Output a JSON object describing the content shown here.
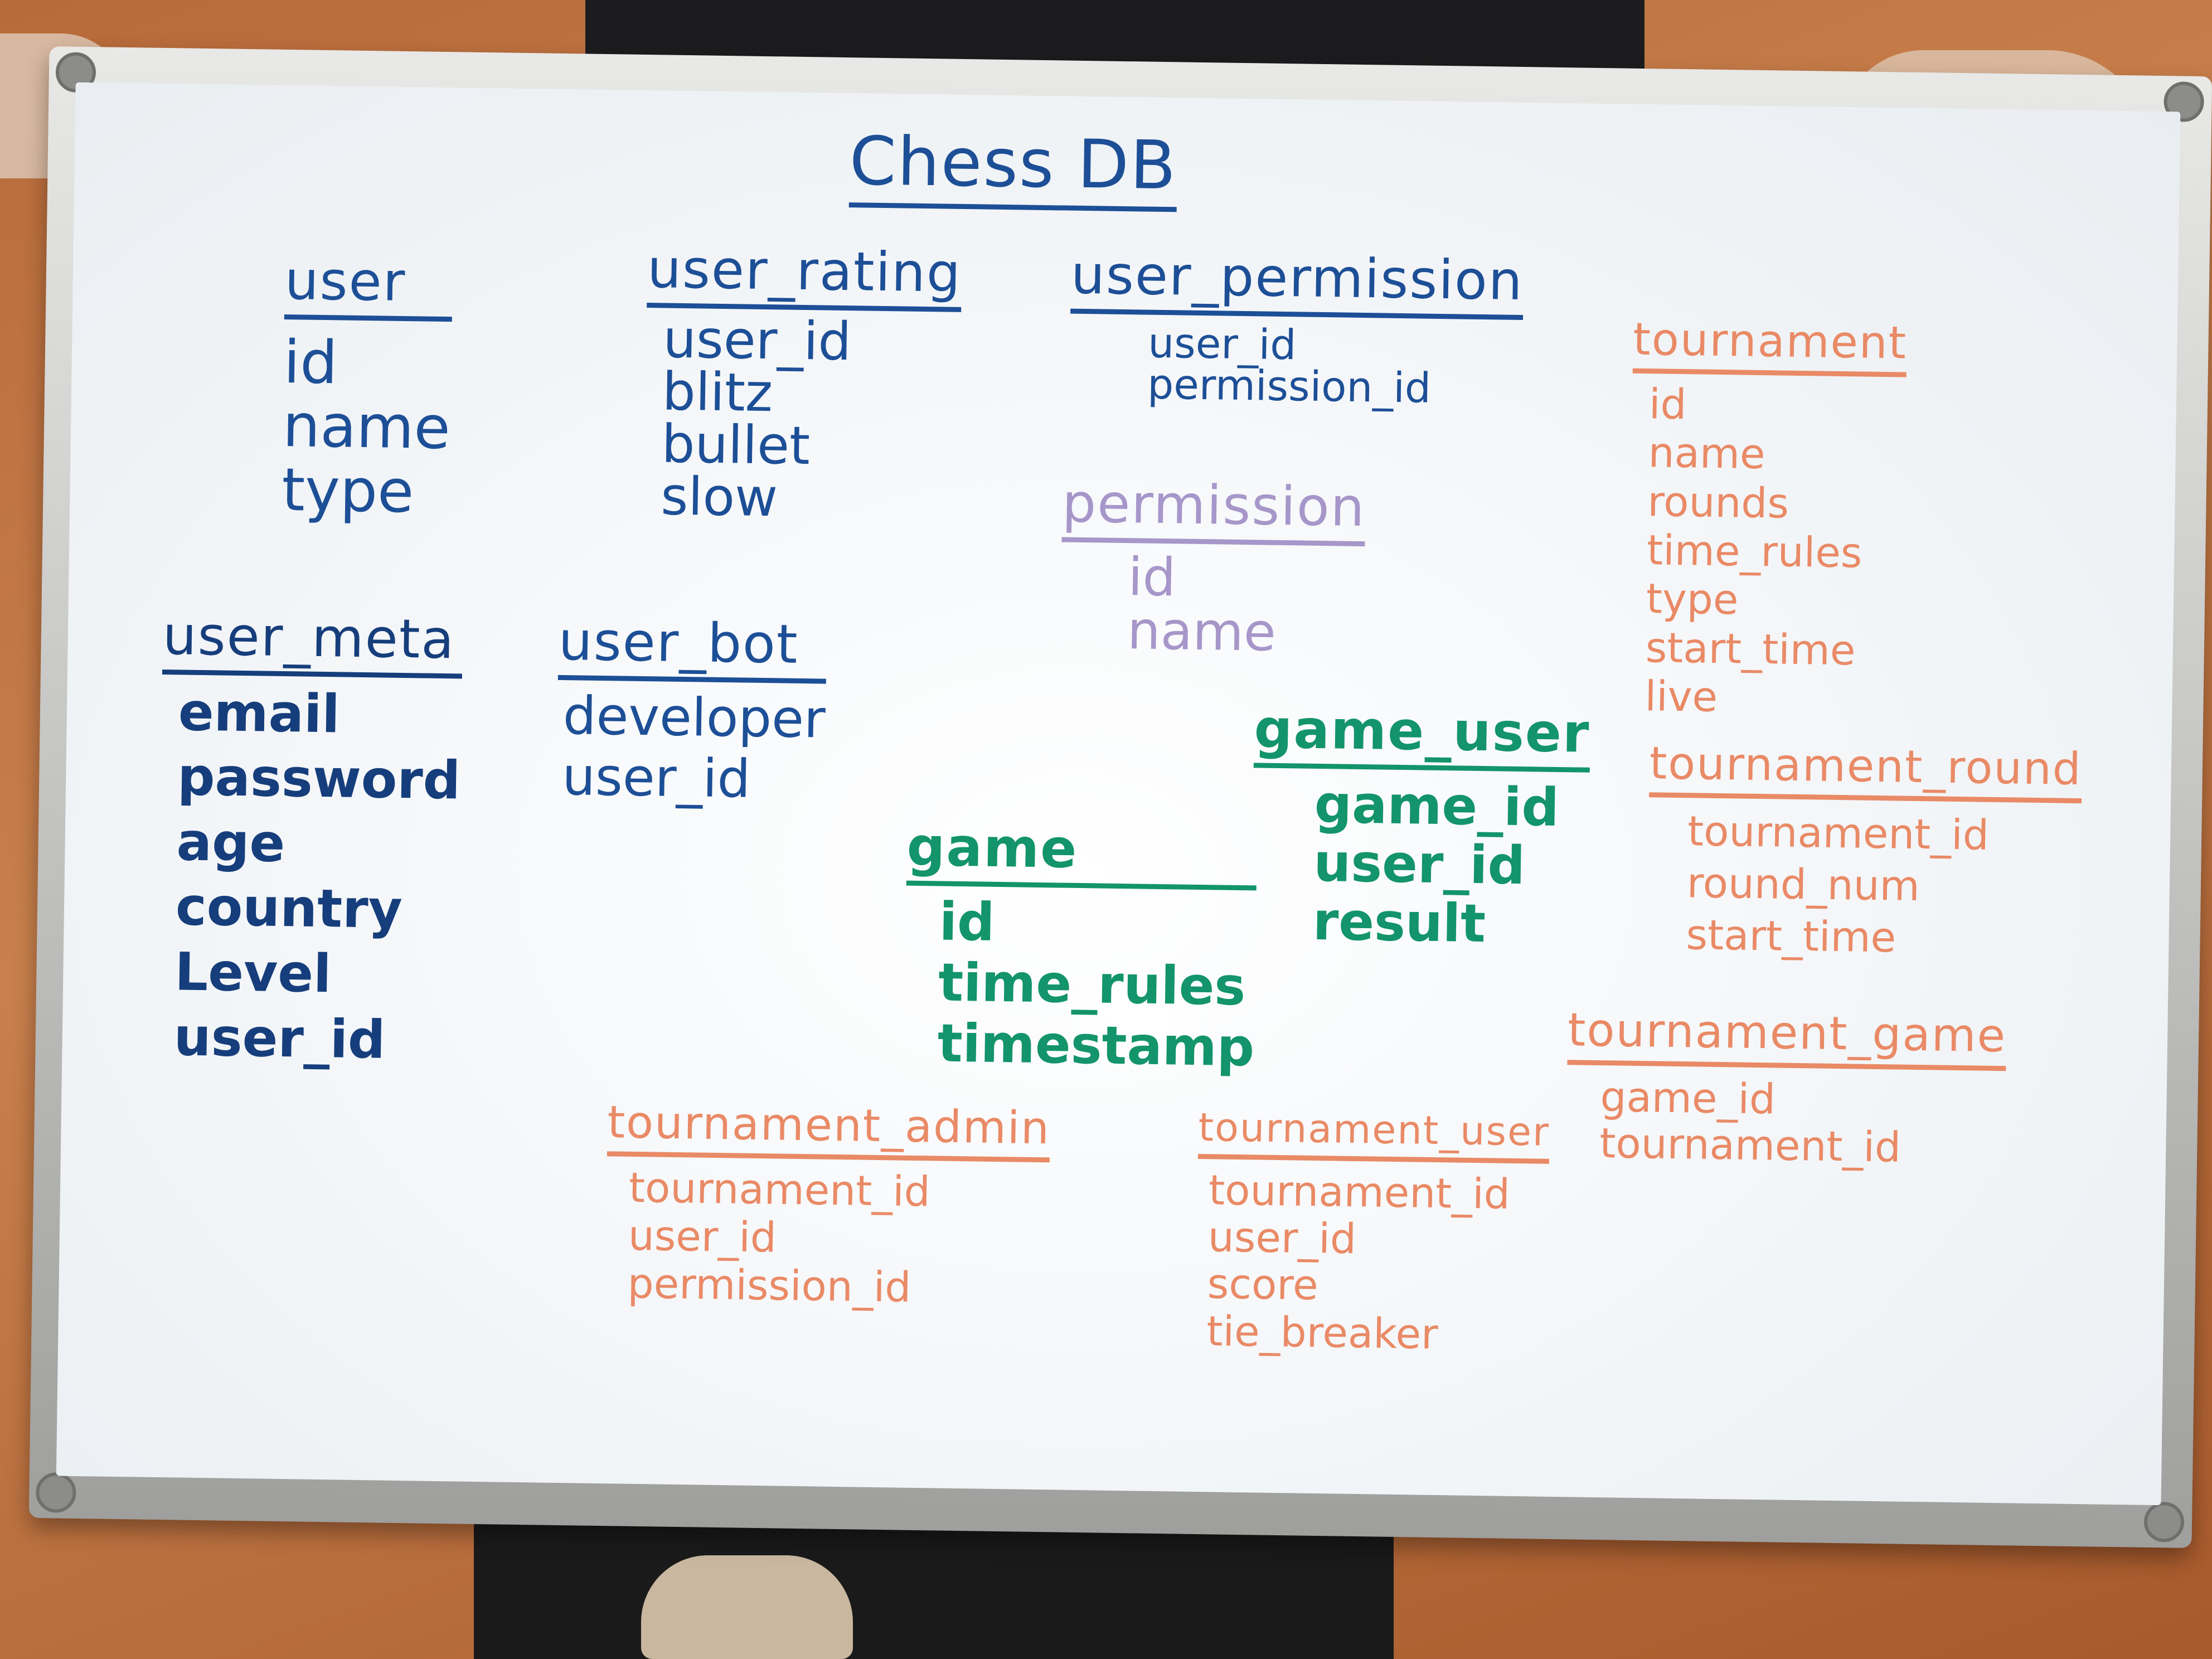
{
  "board": {
    "title": "Chess DB",
    "tables": {
      "user": {
        "name": "user",
        "fields": [
          "id",
          "name",
          "type"
        ],
        "color": "#1d4f97"
      },
      "user_rating": {
        "name": "user_rating",
        "fields": [
          "user_id",
          "blitz",
          "bullet",
          "slow"
        ],
        "color": "#1d4f97"
      },
      "user_permission": {
        "name": "user_permission",
        "fields": [
          "user_id",
          "permission_id"
        ],
        "color": "#1d4f97"
      },
      "permission": {
        "name": "permission",
        "fields": [
          "id",
          "name"
        ],
        "color": "#a796c9"
      },
      "tournament": {
        "name": "tournament",
        "fields": [
          "id",
          "name",
          "rounds",
          "time_rules",
          "type",
          "start_time",
          "live"
        ],
        "color": "#e98a66"
      },
      "user_meta": {
        "name": "user_meta",
        "fields": [
          "email",
          "password",
          "age",
          "country",
          "Level",
          "user_id"
        ],
        "color": "#163e7c"
      },
      "user_bot": {
        "name": "user_bot",
        "fields": [
          "developer",
          "user_id"
        ],
        "color": "#1d4f97"
      },
      "game_user": {
        "name": "game_user",
        "fields": [
          "game_id",
          "user_id",
          "result"
        ],
        "color": "#13946b"
      },
      "game": {
        "name": "game",
        "fields": [
          "id",
          "time_rules",
          "timestamp"
        ],
        "color": "#13946b"
      },
      "tournament_round": {
        "name": "tournament_round",
        "fields": [
          "tournament_id",
          "round_num",
          "start_time"
        ],
        "color": "#e98a66"
      },
      "tournament_game": {
        "name": "tournament_game",
        "fields": [
          "game_id",
          "tournament_id"
        ],
        "color": "#e98a66"
      },
      "tournament_admin": {
        "name": "tournament_admin",
        "fields": [
          "tournament_id",
          "user_id",
          "permission_id"
        ],
        "color": "#e98a66"
      },
      "tournament_user": {
        "name": "tournament_user",
        "fields": [
          "tournament_id",
          "user_id",
          "score",
          "tie_breaker"
        ],
        "color": "#e98a66"
      }
    }
  }
}
